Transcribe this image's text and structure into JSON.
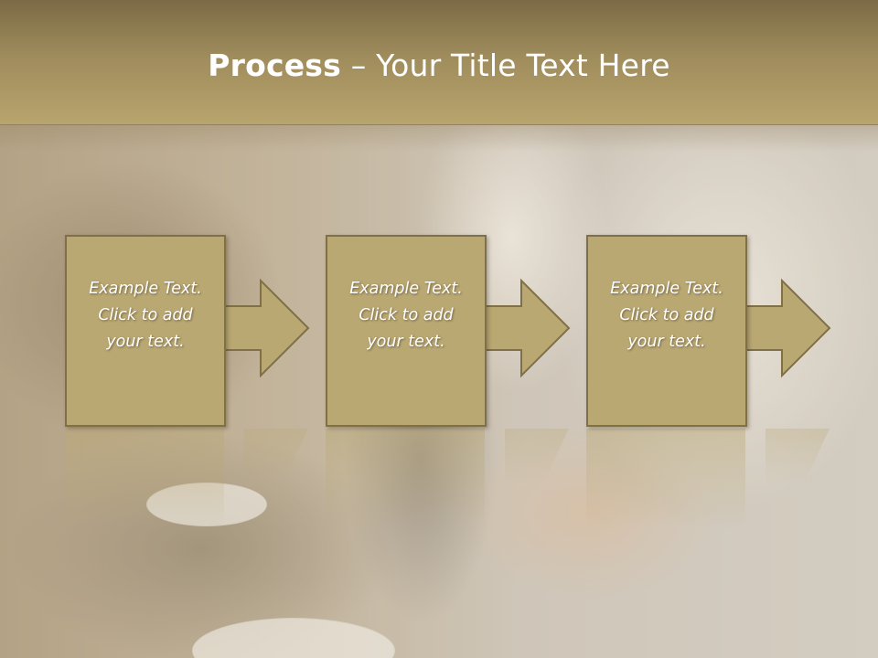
{
  "title": {
    "bold": "Process",
    "separator": " – ",
    "rest": "Your Title Text Here"
  },
  "steps": [
    {
      "lines": [
        "Example Text.",
        "Click  to add",
        "your text."
      ]
    },
    {
      "lines": [
        "Example Text.",
        "Click  to add",
        "your text."
      ]
    },
    {
      "lines": [
        "Example Text.",
        "Click  to add",
        "your text."
      ]
    }
  ],
  "colors": {
    "title_band": "#9f8c5c",
    "box_fill": "#baa873",
    "box_border": "#7f7047",
    "text": "#ffffff"
  }
}
